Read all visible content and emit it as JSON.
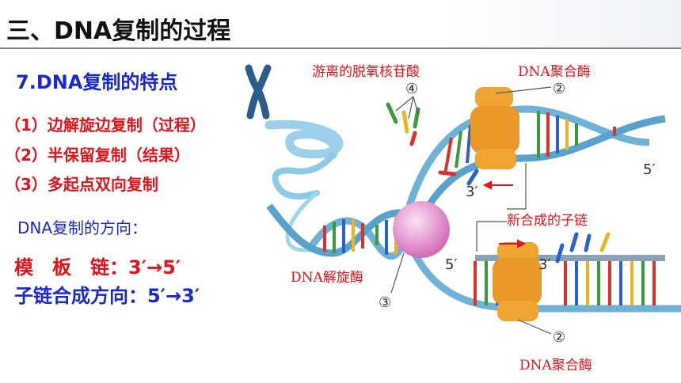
{
  "title": "三、DNA复制的过程",
  "section_heading": "7.DNA复制的特点",
  "features": [
    "（1）边解旋边复制（过程）",
    "（2）半保留复制（结果）",
    "（3）多起点双向复制"
  ],
  "direction_heading": "DNA复制的方向：",
  "template_strand": "模　板　链：3′→5′",
  "daughter_strand": "子链合成方向：5′→3′",
  "diagram": {
    "label_nucleotide": "游离的脱氧核苷酸",
    "label_polymerase_top": "DNA聚合酶",
    "label_new_strand": "新合成的子链",
    "label_helicase": "DNA解旋酶",
    "label_polymerase_bottom": "DNA聚合酶",
    "marker_1": "②",
    "marker_2": "②",
    "marker_3": "③",
    "marker_4": "④",
    "end_5_right": "5′",
    "end_3_top": "3′",
    "end_5_bottom": "5′",
    "end_3_bottom": "3′"
  },
  "colors": {
    "title_text": "#111111",
    "blue_text": "#1a29c9",
    "red_text": "#e0151b",
    "backbone": "#6fb2d8",
    "enzyme": "#f0a431",
    "helicase": "#e98ccf",
    "new_backbone": "#8aa0b4"
  }
}
